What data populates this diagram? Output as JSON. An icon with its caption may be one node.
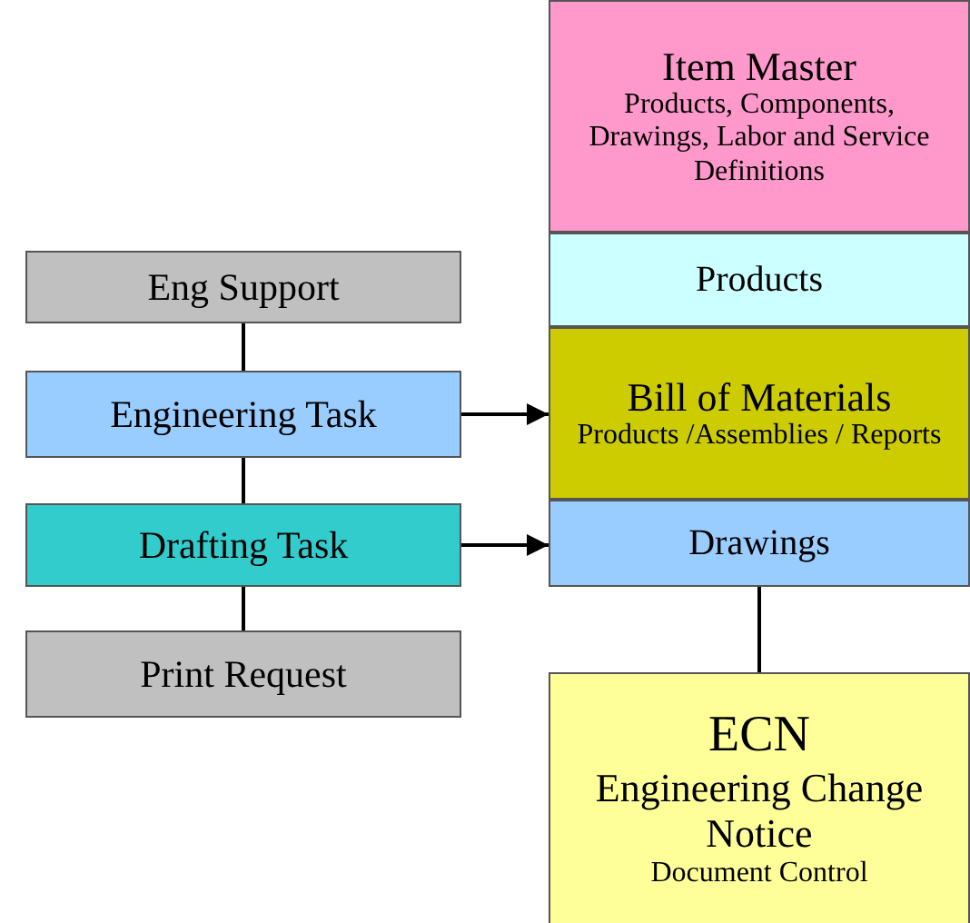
{
  "diagram": {
    "nodes": [
      {
        "text": [
          "Item Master",
          "Products, Components, Drawings, Labor and Service Definitions"
        ]
      },
      {
        "text": [
          "Products"
        ]
      },
      {
        "text": [
          "Eng Support"
        ]
      },
      {
        "text": [
          "Engineering Task"
        ]
      },
      {
        "text": [
          "Bill of Materials",
          "Products /Assemblies / Reports"
        ]
      },
      {
        "text": [
          "Drafting Task"
        ]
      },
      {
        "text": [
          "Drawings"
        ]
      },
      {
        "text": [
          "Print Request"
        ]
      },
      {
        "text": [
          "ECN",
          "Engineering Change Notice",
          "Document Control"
        ]
      }
    ],
    "edges": [
      {
        "from": 2,
        "to": 3,
        "arrow": "none"
      },
      {
        "from": 3,
        "to": 5,
        "arrow": "none"
      },
      {
        "from": 5,
        "to": 7,
        "arrow": "none"
      },
      {
        "from": 3,
        "to": 4,
        "arrow": "to"
      },
      {
        "from": 5,
        "to": 6,
        "arrow": "to"
      },
      {
        "from": 6,
        "to": 8,
        "arrow": "none"
      }
    ]
  }
}
